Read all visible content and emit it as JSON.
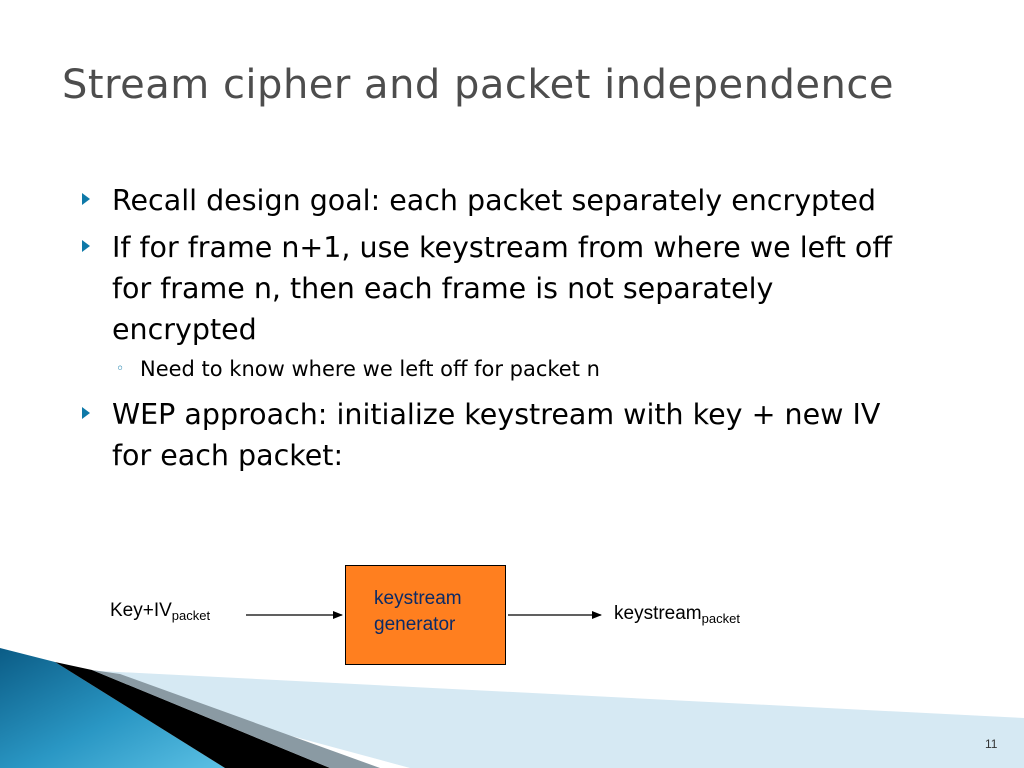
{
  "slide": {
    "title": "Stream cipher and packet independence",
    "page_number": "11"
  },
  "bullets": [
    {
      "text": "Recall design goal: each packet separately encrypted"
    },
    {
      "text": "If for frame n+1, use keystream from where we left off for frame n, then each frame is not separately encrypted"
    },
    {
      "text": "WEP approach: initialize keystream with key + new IV for each packet:"
    }
  ],
  "sub_bullets": [
    {
      "marker": "◦",
      "text": "Need to know where we left off for packet n"
    }
  ],
  "diagram": {
    "input_label": "Key+IV",
    "input_subscript": "packet",
    "box_label": "keystream\ngenerator",
    "output_label": "keystream",
    "output_subscript": "packet"
  },
  "colors": {
    "title": "#4d4d4d",
    "bullet_marker": "#0e79a8",
    "box_fill": "#ff7f1f",
    "box_text": "#0b2a66"
  }
}
